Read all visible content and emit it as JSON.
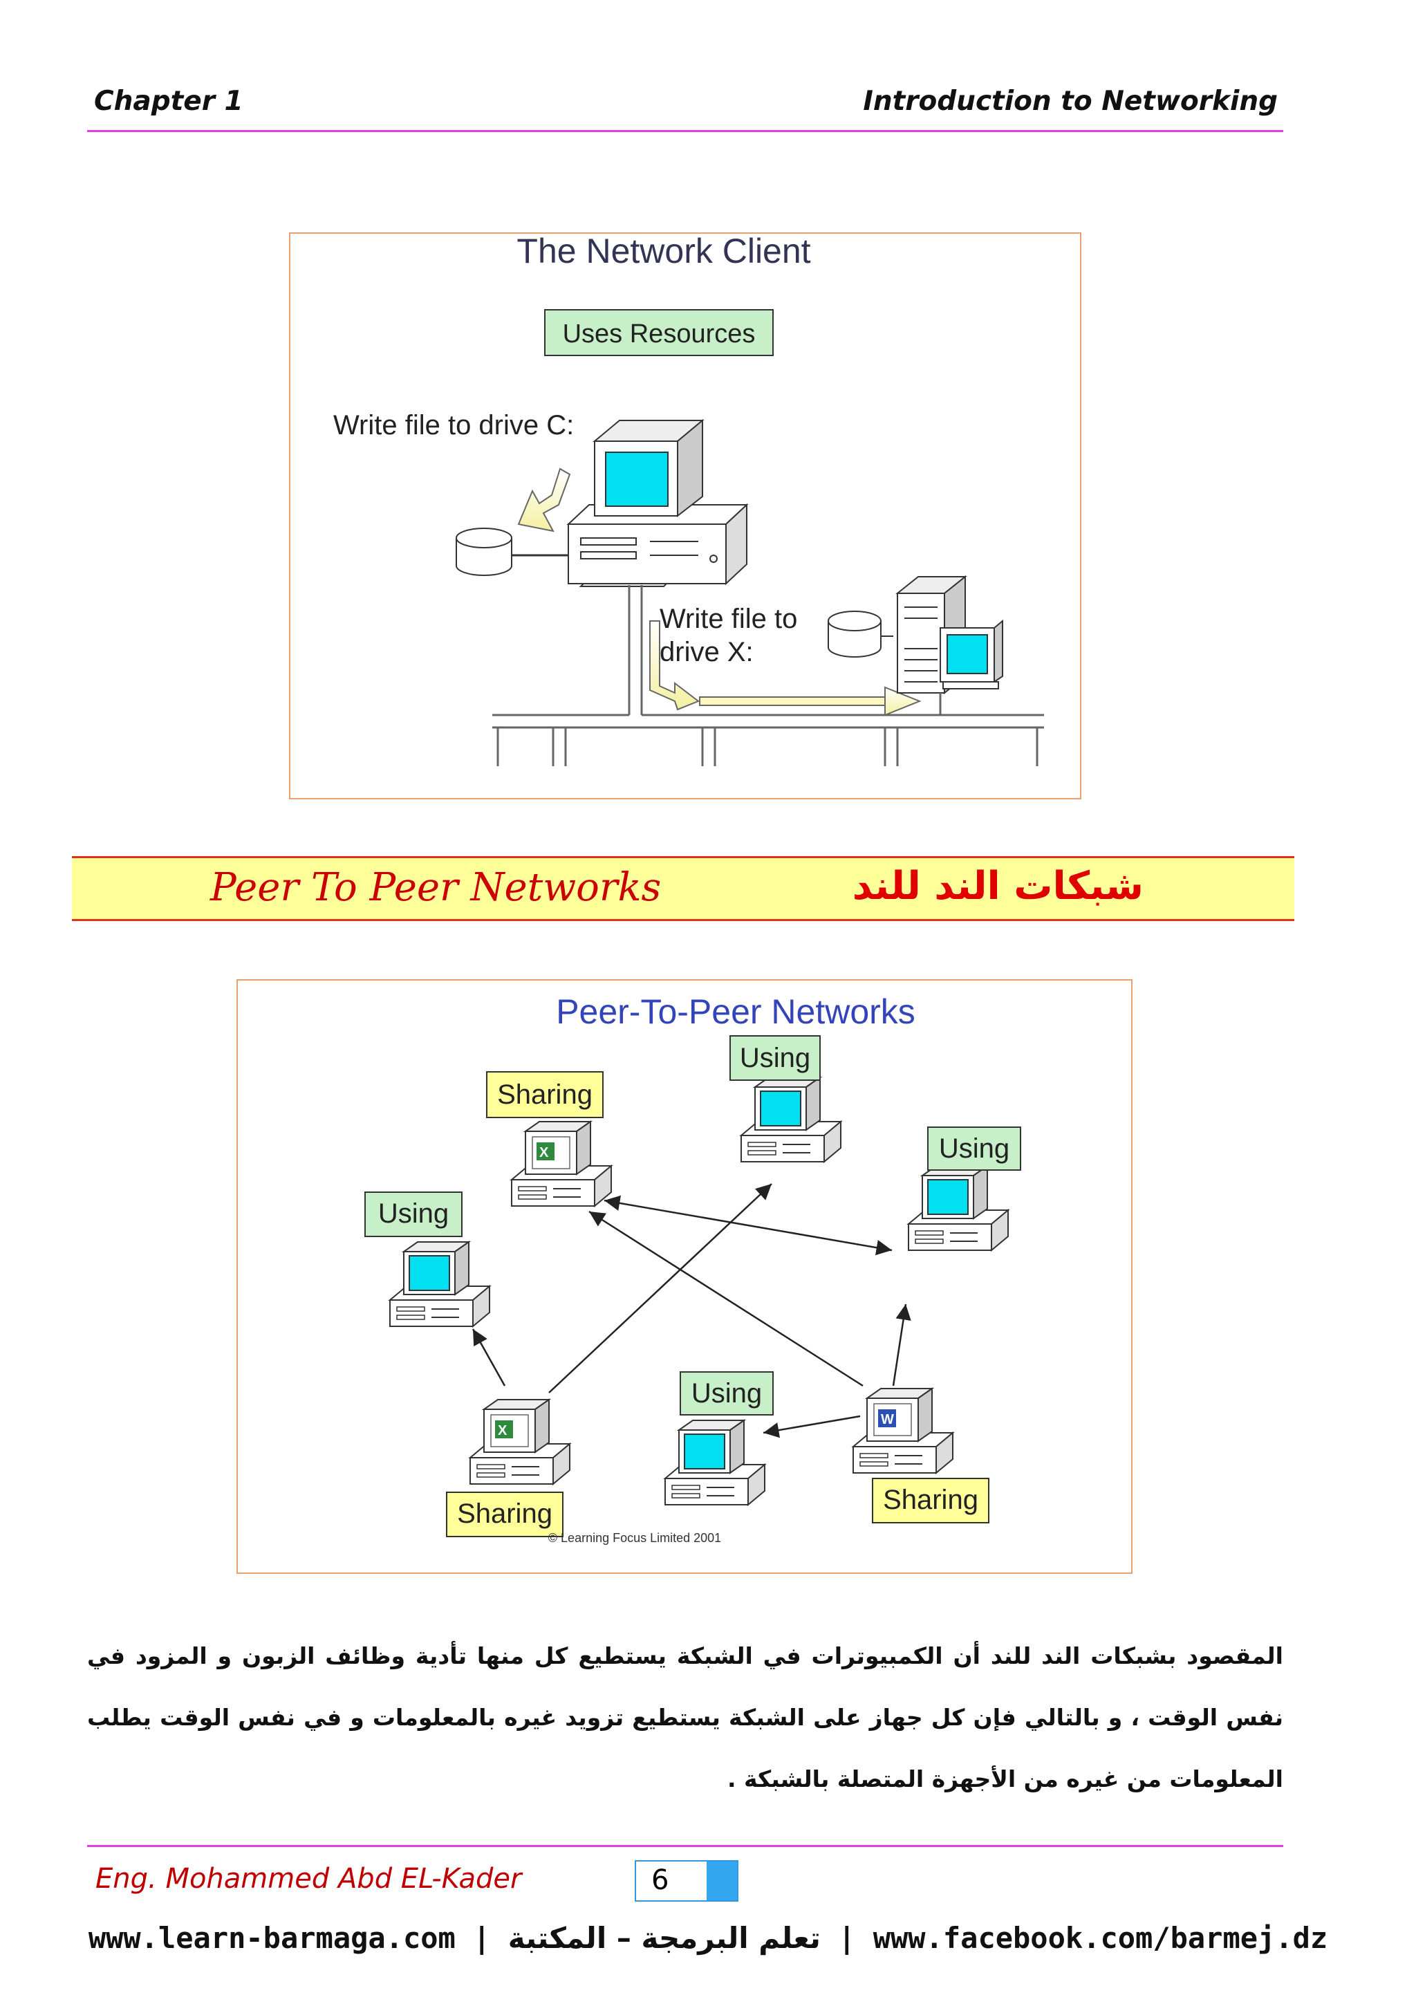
{
  "header": {
    "left": "Chapter 1",
    "right": "Introduction to Networking"
  },
  "figure1": {
    "title": "The Network Client",
    "box_label": "Uses Resources",
    "label_local": "Write file to drive C:",
    "label_remote_line1": "Write file to",
    "label_remote_line2": "drive X:"
  },
  "section": {
    "title_en": "Peer To Peer Networks",
    "title_ar": "شبكات الند للند"
  },
  "figure2": {
    "title": "Peer-To-Peer Networks",
    "label_sharing": "Sharing",
    "label_using": "Using",
    "copyright": "© Learning Focus Limited 2001"
  },
  "paragraph": "المقصود بشبكات الند للند أن الكمبيوترات في الشبكة يستطيع كل منها تأدية وظائف الزبون و المزود في نفس الوقت ، و بالتالي فإن كل جهاز على الشبكة يستطيع تزويد غيره بالمعلومات و في نفس الوقت يطلب المعلومات من غيره من الأجهزة المتصلة بالشبكة .",
  "footer": {
    "author": "Eng. Mohammed Abd EL-Kader",
    "page_number": "6",
    "site": "www.learn-barmaga.com",
    "separator": "|",
    "arabic": "تعلم البرمجة – المكتبة",
    "facebook": "www.facebook.com/barmej.dz"
  },
  "colors": {
    "rule": "#e040e0",
    "band_fill": "#ffff99",
    "band_red": "#e00000",
    "screen": "#00e0f0",
    "label_green": "#c8f0c8",
    "label_yellow": "#ffff99",
    "figure2_title": "#3344bb"
  }
}
